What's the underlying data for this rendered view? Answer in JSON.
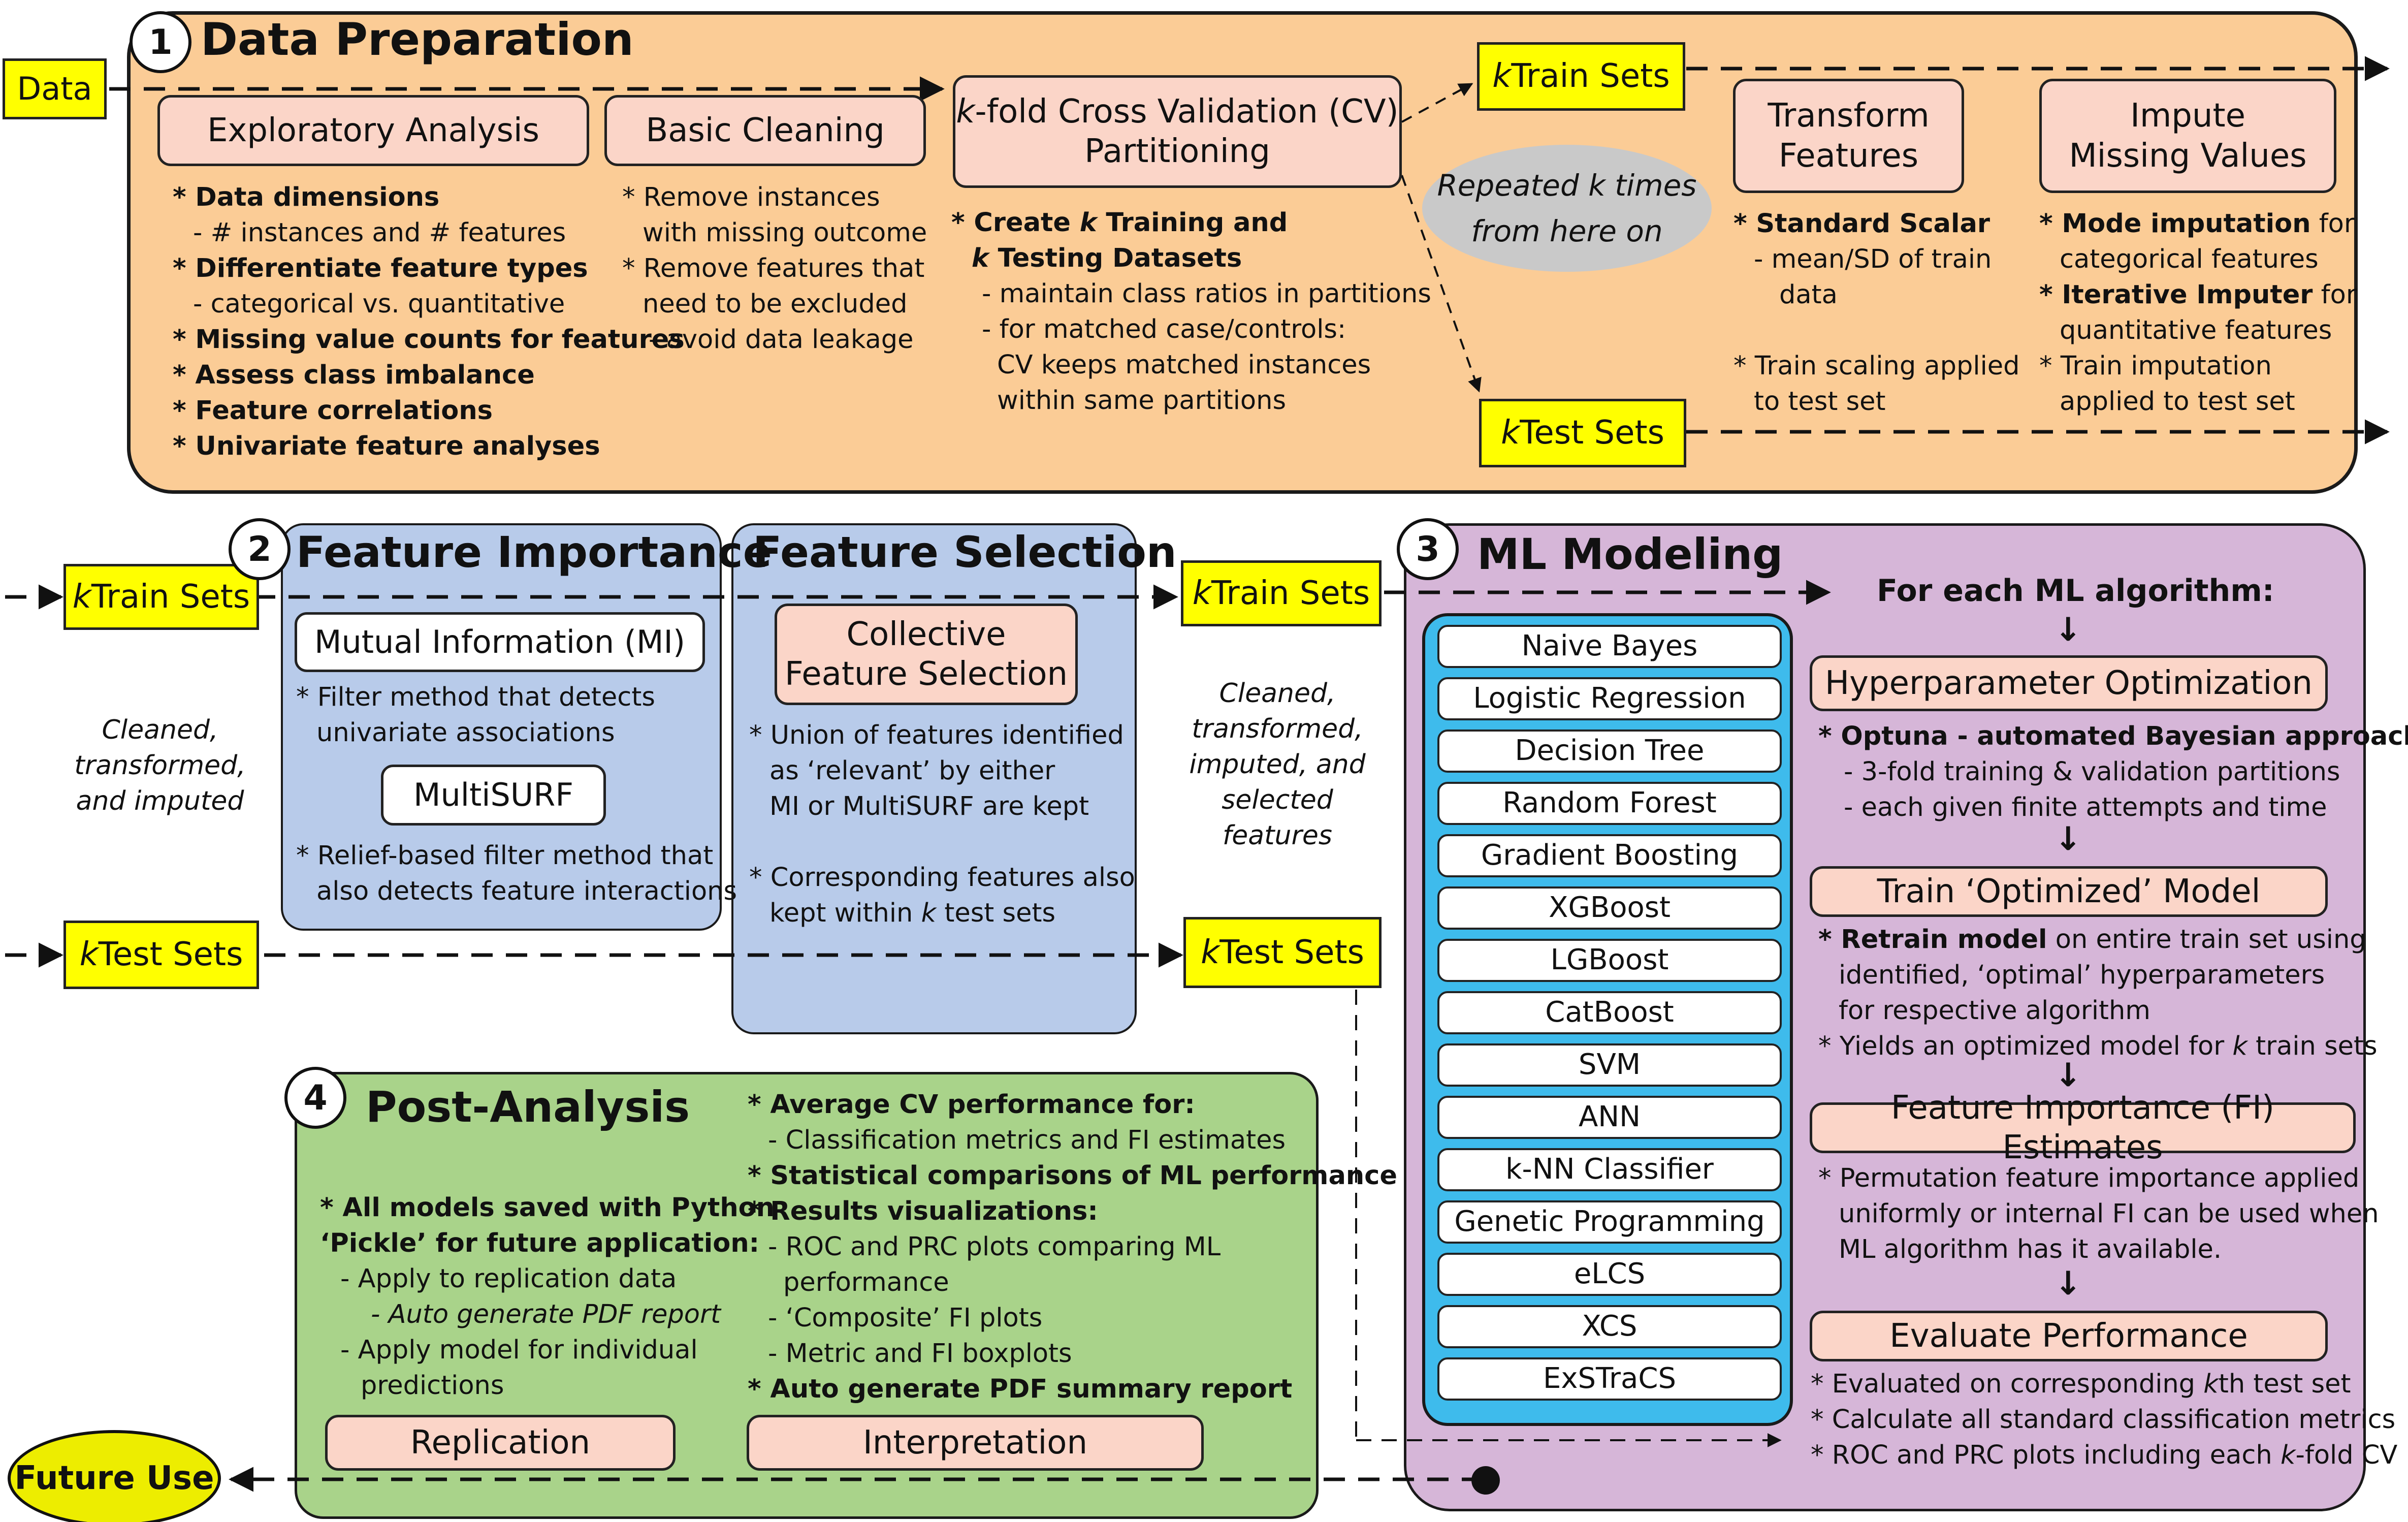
{
  "data_label": "Data",
  "section1": {
    "number": "1",
    "title": "Data Preparation",
    "exploratory": {
      "label": "Exploratory Analysis",
      "notes": [
        {
          "b": "* Data dimensions",
          "r": ""
        },
        {
          "b": "",
          "r": "- # instances and # features",
          "indent": 1
        },
        {
          "b": "* Differentiate feature types",
          "r": ""
        },
        {
          "b": "",
          "r": "- categorical vs. quantitative",
          "indent": 1
        },
        {
          "b": "* Missing value counts for features",
          "r": ""
        },
        {
          "b": "* Assess class imbalance",
          "r": ""
        },
        {
          "b": "* Feature correlations",
          "r": ""
        },
        {
          "b": "* Univariate feature analyses",
          "r": ""
        }
      ]
    },
    "cleaning": {
      "label": "Basic Cleaning",
      "notes": [
        "* Remove instances",
        "  with missing outcome",
        "* Remove features that",
        "  need to be excluded",
        "   - avoid data leakage"
      ]
    },
    "cv": {
      "label_k": "k",
      "label_rest1": "-fold Cross Validation (CV)",
      "label_line2": "Partitioning",
      "note1_pre": "* Create ",
      "note1_k": "k",
      "note1_post": " Training and",
      "note2_k": "k",
      "note2_post": " Testing Datasets",
      "notes": [
        "- maintain class ratios in partitions",
        "- for matched case/controls:",
        "  CV keeps matched instances",
        "  within same partitions"
      ]
    },
    "repeated": {
      "pre": "Repeated ",
      "k": "k",
      "post": " times",
      "line2": "from here on"
    },
    "train_sets": {
      "k": "k",
      "rest": " Train Sets"
    },
    "test_sets": {
      "k": "k",
      "rest": " Test Sets"
    },
    "transform": {
      "line1": "Transform",
      "line2": "Features",
      "notes_bold": "* Standard Scalar",
      "notes": [
        "- mean/SD of train",
        "  data",
        "",
        "* Train scaling applied",
        "  to test set"
      ]
    },
    "impute": {
      "line1": "Impute",
      "line2": "Missing Values",
      "n1_b": "* Mode imputation",
      "n1_r": " for",
      "n2": "categorical features",
      "n3_b": "* Iterative Imputer",
      "n3_r": " for",
      "n4": "quantitative features",
      "n5": "* Train imputation",
      "n6": "applied to test set"
    }
  },
  "section2": {
    "number": "2",
    "fi_title": "Feature Importance",
    "fs_title": "Feature Selection",
    "mi_label": "Mutual Information (MI)",
    "mi_notes": [
      "* Filter method that detects",
      "  univariate associations"
    ],
    "multisurf_label": "MultiSURF",
    "ms_notes": [
      "* Relief-based filter method that",
      "  also detects feature interactions"
    ],
    "collective_line1": "Collective",
    "collective_line2": "Feature Selection",
    "fs_notes": [
      "* Union of features identified",
      "  as ‘relevant’ by either",
      "  MI or MultiSURF are kept",
      "",
      "* Corresponding features also"
    ],
    "fs_last_pre": "  kept within ",
    "fs_last_k": "k",
    "fs_last_post": " test sets",
    "left_note": [
      "Cleaned,",
      "transformed,",
      "and imputed"
    ],
    "mid_note": [
      "Cleaned,",
      "transformed,",
      "imputed, and",
      "selected",
      "features"
    ],
    "train_sets": {
      "k": "k",
      "rest": " Train Sets"
    },
    "test_sets": {
      "k": "k",
      "rest": " Test Sets"
    }
  },
  "section3": {
    "number": "3",
    "title": "ML Modeling",
    "algorithms": [
      "Naive Bayes",
      "Logistic Regression",
      "Decision Tree",
      "Random Forest",
      "Gradient Boosting",
      "XGBoost",
      "LGBoost",
      "CatBoost",
      "SVM",
      "ANN",
      "k-NN Classifier",
      "Genetic Programming",
      "eLCS",
      "XCS",
      "ExSTraCS"
    ],
    "for_each": "For each ML algorithm:",
    "hyper_label": "Hyperparameter Optimization",
    "hyper_b": "* Optuna - automated Bayesian approach",
    "hyper_notes": [
      "- 3-fold training & validation partitions",
      "- each given finite attempts and time"
    ],
    "train_label": "Train ‘Optimized’ Model",
    "train_b": "* Retrain model",
    "train_r": " on entire train set using",
    "train_notes": [
      "identified, ‘optimal’ hyperparameters",
      "for respective algorithm"
    ],
    "train_last_pre": "* Yields an optimized model for ",
    "train_last_k": "k",
    "train_last_post": " train sets",
    "fi_label": "Feature Importance (FI) Estimates",
    "fi_notes": [
      "* Permutation feature importance applied",
      "  uniformly or internal FI can be used when",
      "  ML algorithm has it available."
    ],
    "eval_label": "Evaluate Performance",
    "eval_n1_pre": "* Evaluated on corresponding ",
    "eval_n1_k": "k",
    "eval_n1_post": "th test set",
    "eval_n2": "* Calculate all standard classification metrics",
    "eval_n3_pre": "* ROC and PRC plots including each ",
    "eval_n3_k": "k",
    "eval_n3_post": "-fold CV"
  },
  "section4": {
    "number": "4",
    "title": "Post-Analysis",
    "left_b1": "* All models saved with Python",
    "left_b2": "‘Pickle’ for future application:",
    "left_n1": "- Apply to replication data",
    "left_n2": "- Auto generate PDF report",
    "left_n3": "- Apply model for individual",
    "left_n4": "  predictions",
    "right_b1": "* Average CV performance for:",
    "right_n1": "- Classification metrics and FI estimates",
    "right_b2": "* Statistical comparisons of ML performance",
    "right_b3": "* Results visualizations:",
    "right_n2": "- ROC and PRC plots comparing ML",
    "right_n3": "  performance",
    "right_n4": "- ‘Composite’ FI plots",
    "right_n5": "- Metric and FI boxplots",
    "right_b4": "* Auto generate PDF summary report",
    "replication_label": "Replication",
    "interpretation_label": "Interpretation"
  },
  "future_use": "Future Use",
  "colors": {
    "orange": "#fbcc96",
    "pink": "#fbd5c8",
    "blue": "#b8cbea",
    "purple": "#d6b6d8",
    "green": "#a9d38a",
    "cyan": "#3ebbec",
    "yellow": "#ffff00",
    "future_yellow": "#eded00",
    "gray_ellipse": "#c9c9c9"
  }
}
